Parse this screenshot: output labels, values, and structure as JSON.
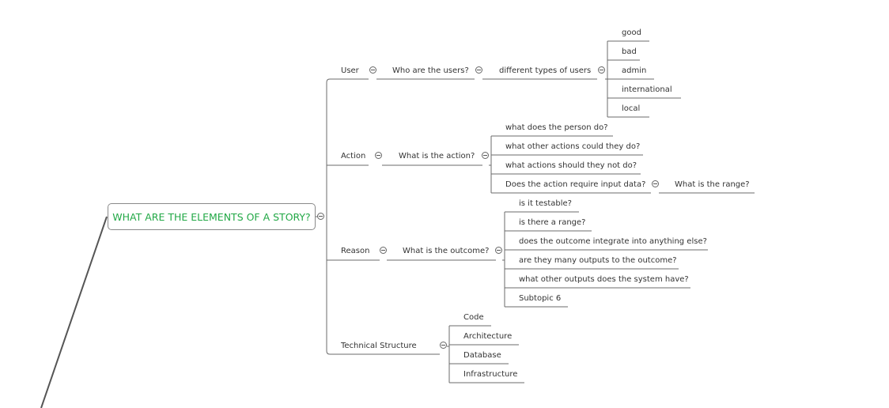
{
  "root": {
    "label": "WHAT ARE THE ELEMENTS OF A STORY?"
  },
  "user": {
    "label": "User",
    "question": "Who are the users?",
    "types_label": "different types of users",
    "types": [
      "good",
      "bad",
      "admin",
      "international",
      "local"
    ]
  },
  "action": {
    "label": "Action",
    "question": "What is the action?",
    "items": [
      "what does the person do?",
      "what other actions could they do?",
      "what actions should they not do?",
      "Does the action require input data?"
    ],
    "range_question": "What is the range?"
  },
  "reason": {
    "label": "Reason",
    "question": "What is the outcome?",
    "items": [
      "is it testable?",
      "is there a range?",
      "does the outcome integrate into anything else?",
      "are they many outputs to the outcome?",
      "what other outputs does the system have?",
      "Subtopic 6"
    ]
  },
  "technical": {
    "label": "Technical Structure",
    "items": [
      "Code",
      "Architecture",
      "Database",
      "Infrastructure"
    ]
  },
  "colors": {
    "root_text": "#22a846",
    "lines": "#666666",
    "text": "#333333"
  }
}
